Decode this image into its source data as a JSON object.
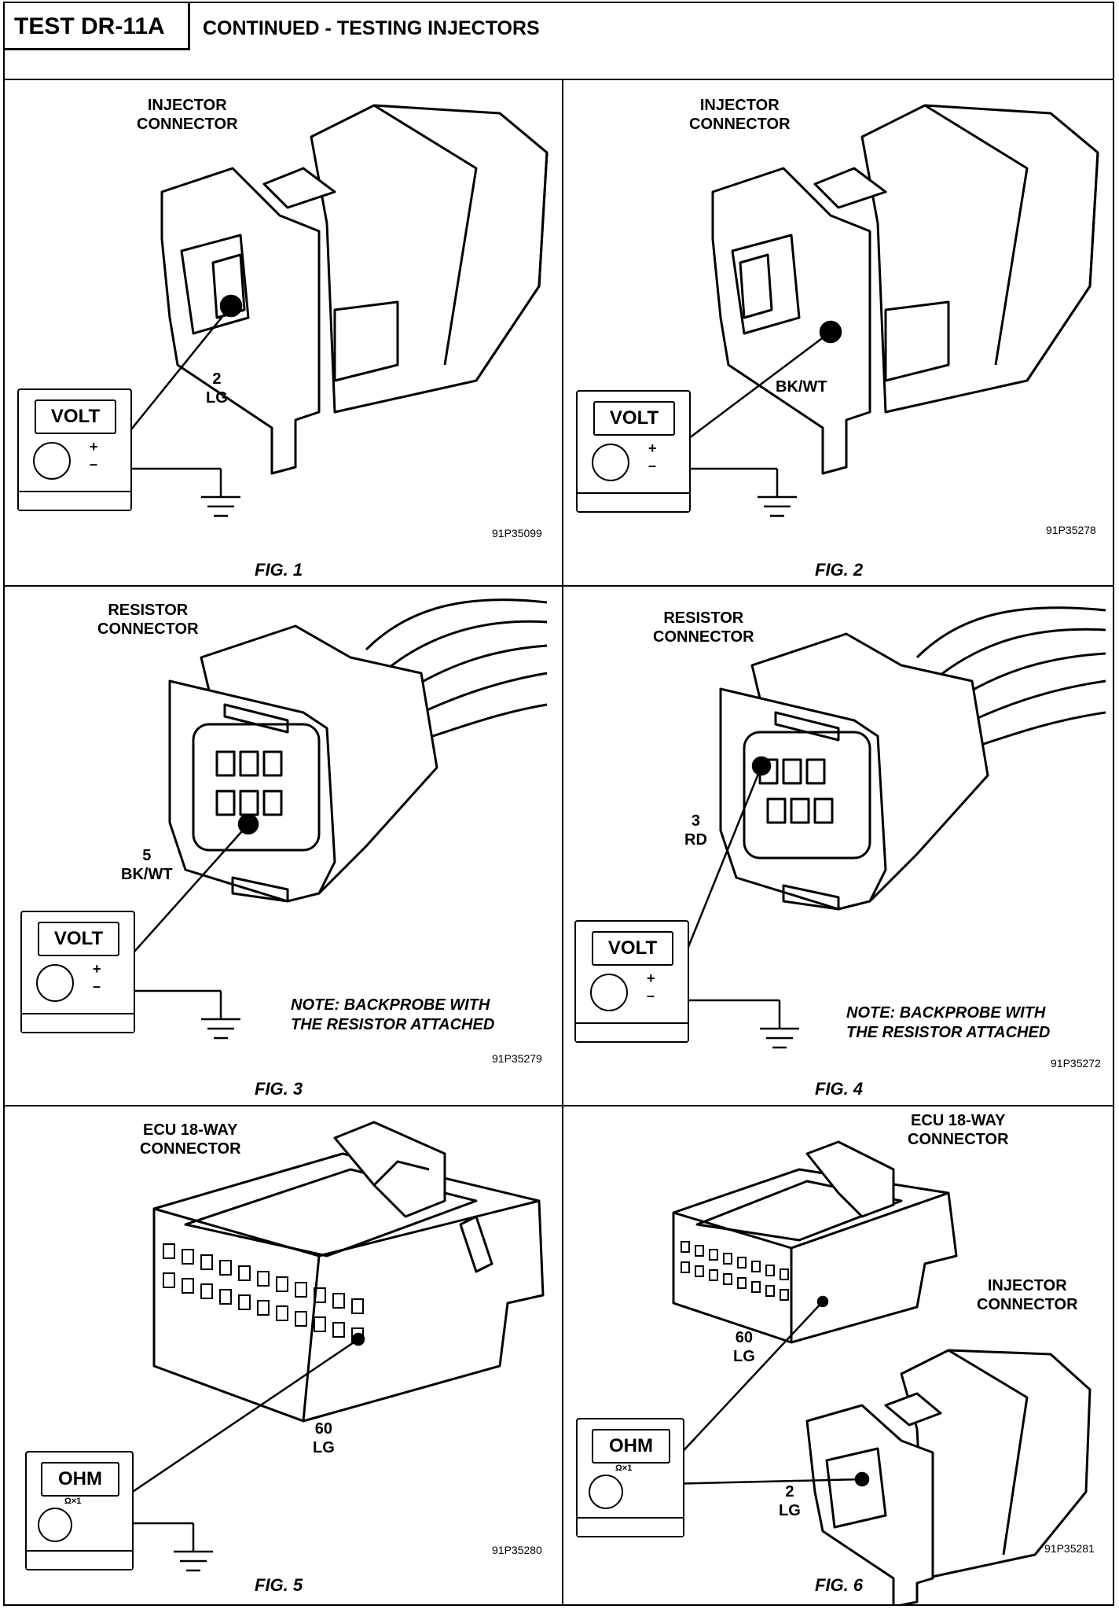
{
  "header": {
    "test_id": "TEST DR-11A",
    "title": "CONTINUED - TESTING INJECTORS"
  },
  "figures": [
    {
      "label": "FIG. 1",
      "connector": [
        "INJECTOR",
        "CONNECTOR"
      ],
      "wire": [
        "2",
        "LG"
      ],
      "meter_display": "VOLT",
      "code": "91P35099"
    },
    {
      "label": "FIG. 2",
      "connector": [
        "INJECTOR",
        "CONNECTOR"
      ],
      "wire": [
        "BK/WT"
      ],
      "meter_display": "VOLT",
      "code": "91P35278"
    },
    {
      "label": "FIG. 3",
      "connector": [
        "RESISTOR",
        "CONNECTOR"
      ],
      "wire": [
        "5",
        "BK/WT"
      ],
      "meter_display": "VOLT",
      "note": [
        "NOTE: BACKPROBE WITH",
        "THE RESISTOR ATTACHED"
      ],
      "code": "91P35279"
    },
    {
      "label": "FIG. 4",
      "connector": [
        "RESISTOR",
        "CONNECTOR"
      ],
      "wire": [
        "3",
        "RD"
      ],
      "meter_display": "VOLT",
      "note": [
        "NOTE: BACKPROBE WITH",
        "THE RESISTOR ATTACHED"
      ],
      "code": "91P35272"
    },
    {
      "label": "FIG. 5",
      "connector": [
        "ECU 18-WAY",
        "CONNECTOR"
      ],
      "wire": [
        "60",
        "LG"
      ],
      "meter_display": "OHM",
      "meter_range": "Ω×1",
      "code": "91P35280"
    },
    {
      "label": "FIG. 6",
      "connector": [
        "ECU 18-WAY",
        "CONNECTOR"
      ],
      "connector2": [
        "INJECTOR",
        "CONNECTOR"
      ],
      "wire": [
        "60",
        "LG"
      ],
      "wire2": [
        "2",
        "LG"
      ],
      "meter_display": "OHM",
      "meter_range": "Ω×1",
      "code": "91P35281"
    }
  ],
  "meter_terminals": {
    "plus": "+",
    "minus": "–"
  }
}
